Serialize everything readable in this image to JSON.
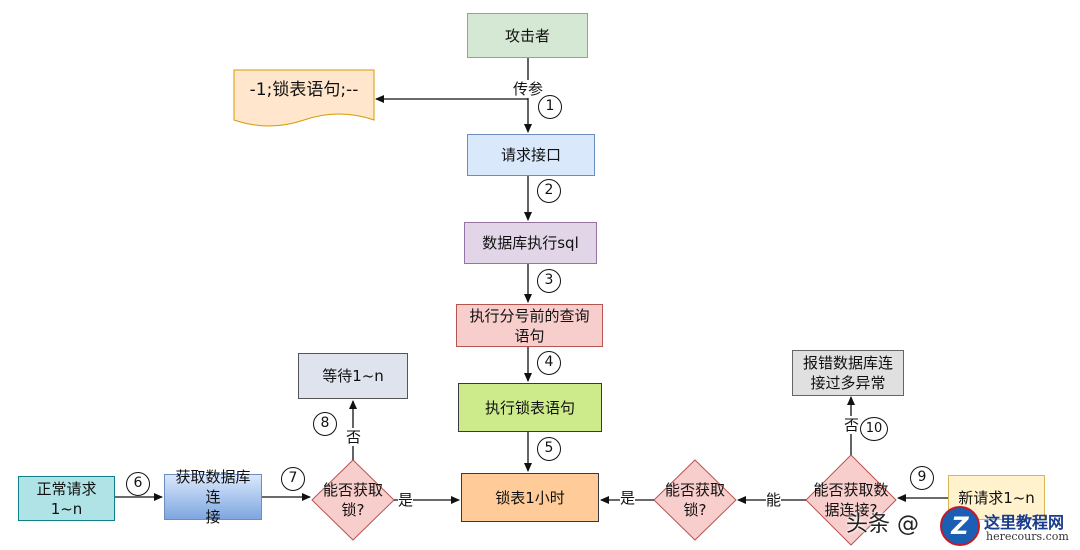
{
  "nodes": {
    "attacker": "攻击者",
    "payload": "-1;锁表语句;--",
    "request_api": "请求接口",
    "db_exec": "数据库执行sql",
    "exec_before": "执行分号前的查询\n语句",
    "exec_lock": "执行锁表语句",
    "lock_table": "锁表1小时",
    "wait": "等待1~n",
    "normal_request": "正常请求1~n",
    "get_conn": "获取数据库连\n接",
    "can_lock_left": "能否获取\n锁?",
    "can_lock_mid": "能否获取\n锁?",
    "can_conn_right": "能否获取数\n据连接?",
    "new_request": "新请求1~n",
    "error": "报错数据库连\n接过多异常"
  },
  "edge_labels": {
    "pass_param": "传参",
    "yes_left": "是",
    "yes_mid": "是",
    "can": "能",
    "no_left": "否",
    "no_right": "否"
  },
  "steps": [
    "1",
    "2",
    "3",
    "4",
    "5",
    "6",
    "7",
    "8",
    "9",
    "10"
  ],
  "watermark": {
    "source": "头条 @",
    "site_name": "这里教程网",
    "site_url": "herecours.com",
    "logo_letter": "Z"
  },
  "colors": {
    "green": "#d5e8d4",
    "green_border": "#82b366",
    "blue": "#dae8fc",
    "blue_border": "#6c8ebf",
    "purple": "#e1d5e7",
    "purple_border": "#9673a6",
    "red": "#f8cecc",
    "red_border": "#b85450",
    "lime": "#cdeb8b",
    "lime_border": "#36393d",
    "orange": "#ffcc99",
    "orange_border": "#36393d",
    "teal": "#b0e3e6",
    "teal_border": "#0e8088",
    "paper": "#ffe6cc",
    "paper_border": "#d79b00",
    "gray": "#f5f5f5",
    "gray_border": "#666666",
    "dark_gray": "#e0e0e0",
    "yellow": "#fff2cc",
    "yellow_border": "#d6b656"
  }
}
